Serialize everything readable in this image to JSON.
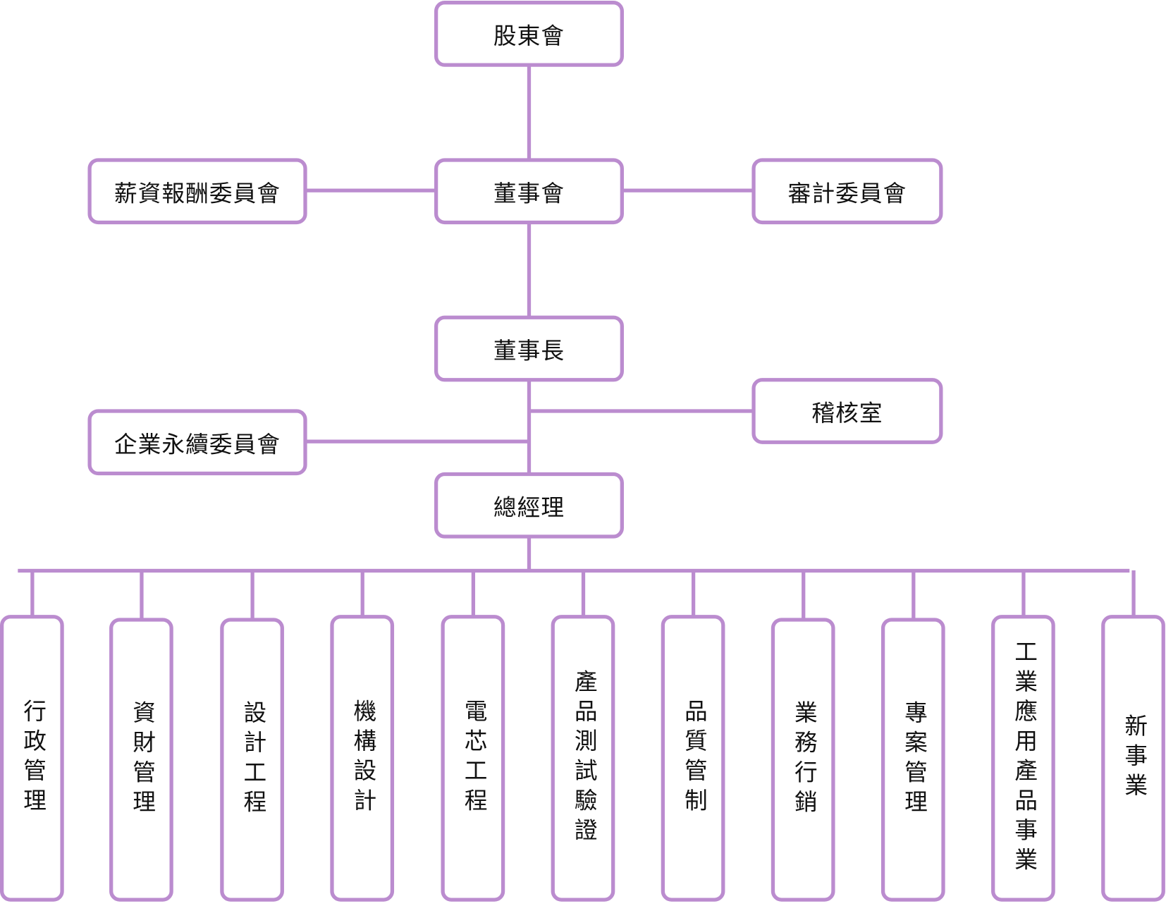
{
  "diagram": {
    "type": "org-chart",
    "line_color": "#bb8ccf",
    "top": {
      "shareholders": "股東會",
      "board": "董事會",
      "compensation_committee": "薪資報酬委員會",
      "audit_committee": "審計委員會",
      "chairman": "董事長",
      "audit_office": "稽核室",
      "sustainability_committee": "企業永續委員會",
      "general_manager": "總經理"
    },
    "departments": [
      "行政管理",
      "資財管理",
      "設計工程",
      "機構設計",
      "電芯工程",
      "產品測試驗證",
      "品質管制",
      "業務行銷",
      "專案管理",
      "工業應用產品事業",
      "新事業"
    ]
  }
}
